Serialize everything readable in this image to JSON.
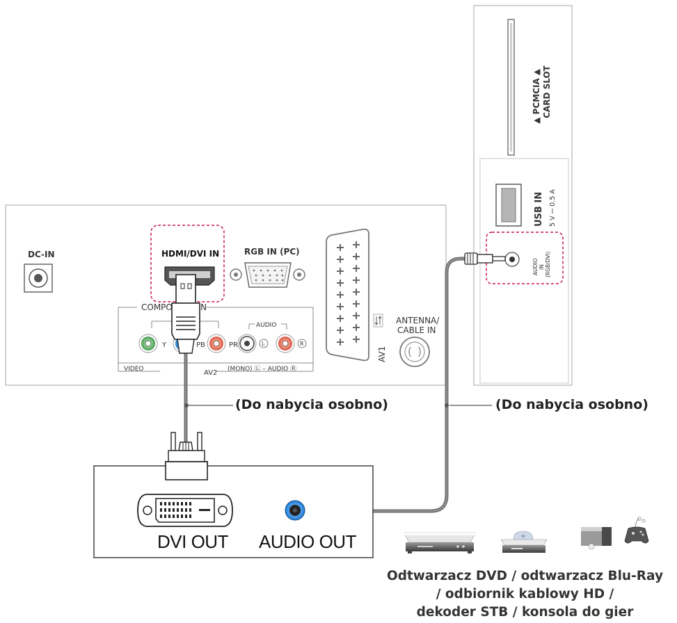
{
  "tv_rear_panel": {
    "dc_in": "DC-IN",
    "hdmi_dvi_in": "HDMI/DVI IN",
    "rgb_in_pc": "RGB IN (PC)",
    "component_label": "COMPONENT IN",
    "audio_small": "AUDIO",
    "y_label": "Y",
    "pb_label": "PB",
    "pr_label": "PR",
    "l_label": "L",
    "r_label": "R",
    "video_label": "VIDEO",
    "mono_audio_label": "(MONO) Ⓛ – AUDIO Ⓡ",
    "av2_label": "AV2",
    "av1_label": "AV1",
    "antenna_line1": "ANTENNA/",
    "antenna_line2": "CABLE IN"
  },
  "tv_side_panel": {
    "pcmcia_line1": "▲ PCMCIA ▲",
    "pcmcia_line2": "CARD SLOT",
    "usb_in": "USB IN",
    "usb_rating": "5 V ⎓ 0.5 A",
    "audio_in_line1": "AUDIO",
    "audio_in_line2": "IN",
    "audio_in_line3": "(RGB/DVI)"
  },
  "cable_callouts": {
    "left": "(Do nabycia osobno)",
    "right": "(Do nabycia osobno)"
  },
  "source_device": {
    "dvi_out": "DVI OUT",
    "audio_out": "AUDIO OUT"
  },
  "caption_lines": [
    "Odtwarzacz DVD / odtwarzacz Blu-Ray",
    "/ odbiornik kablowy HD /",
    "dekoder STB / konsola do gier"
  ],
  "device_icons": [
    "dvd-player-icon",
    "blu-ray-player-icon",
    "set-top-box-icon",
    "game-console-icon"
  ],
  "colors": {
    "highlight_dash": "#c8184a",
    "jack_green": "#3f9a4a",
    "jack_blue": "#1f7fd8",
    "jack_red": "#d9503a",
    "panel_border": "#b5b5b5",
    "cable": "#6f6f6f"
  }
}
